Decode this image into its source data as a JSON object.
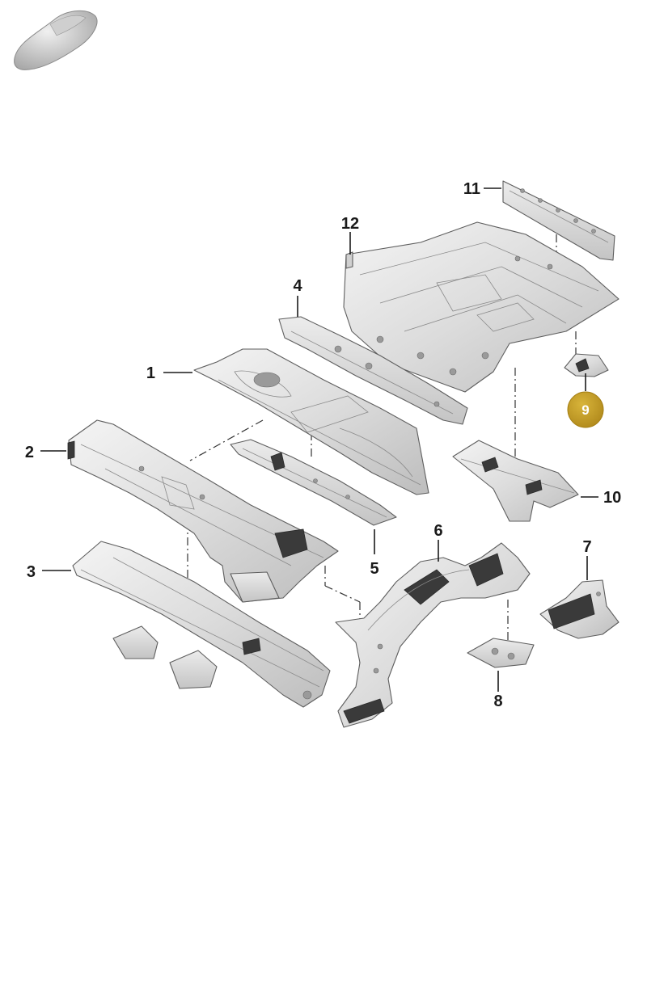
{
  "diagram": {
    "callouts": [
      {
        "id": "1",
        "label": "1"
      },
      {
        "id": "2",
        "label": "2"
      },
      {
        "id": "3",
        "label": "3"
      },
      {
        "id": "4",
        "label": "4"
      },
      {
        "id": "5",
        "label": "5"
      },
      {
        "id": "6",
        "label": "6"
      },
      {
        "id": "7",
        "label": "7"
      },
      {
        "id": "8",
        "label": "8"
      },
      {
        "id": "9",
        "label": "9",
        "highlighted": true
      },
      {
        "id": "10",
        "label": "10"
      },
      {
        "id": "11",
        "label": "11"
      },
      {
        "id": "12",
        "label": "12"
      }
    ],
    "highlight_color": "#C9A227",
    "thumbnail": "car-body-icon"
  }
}
